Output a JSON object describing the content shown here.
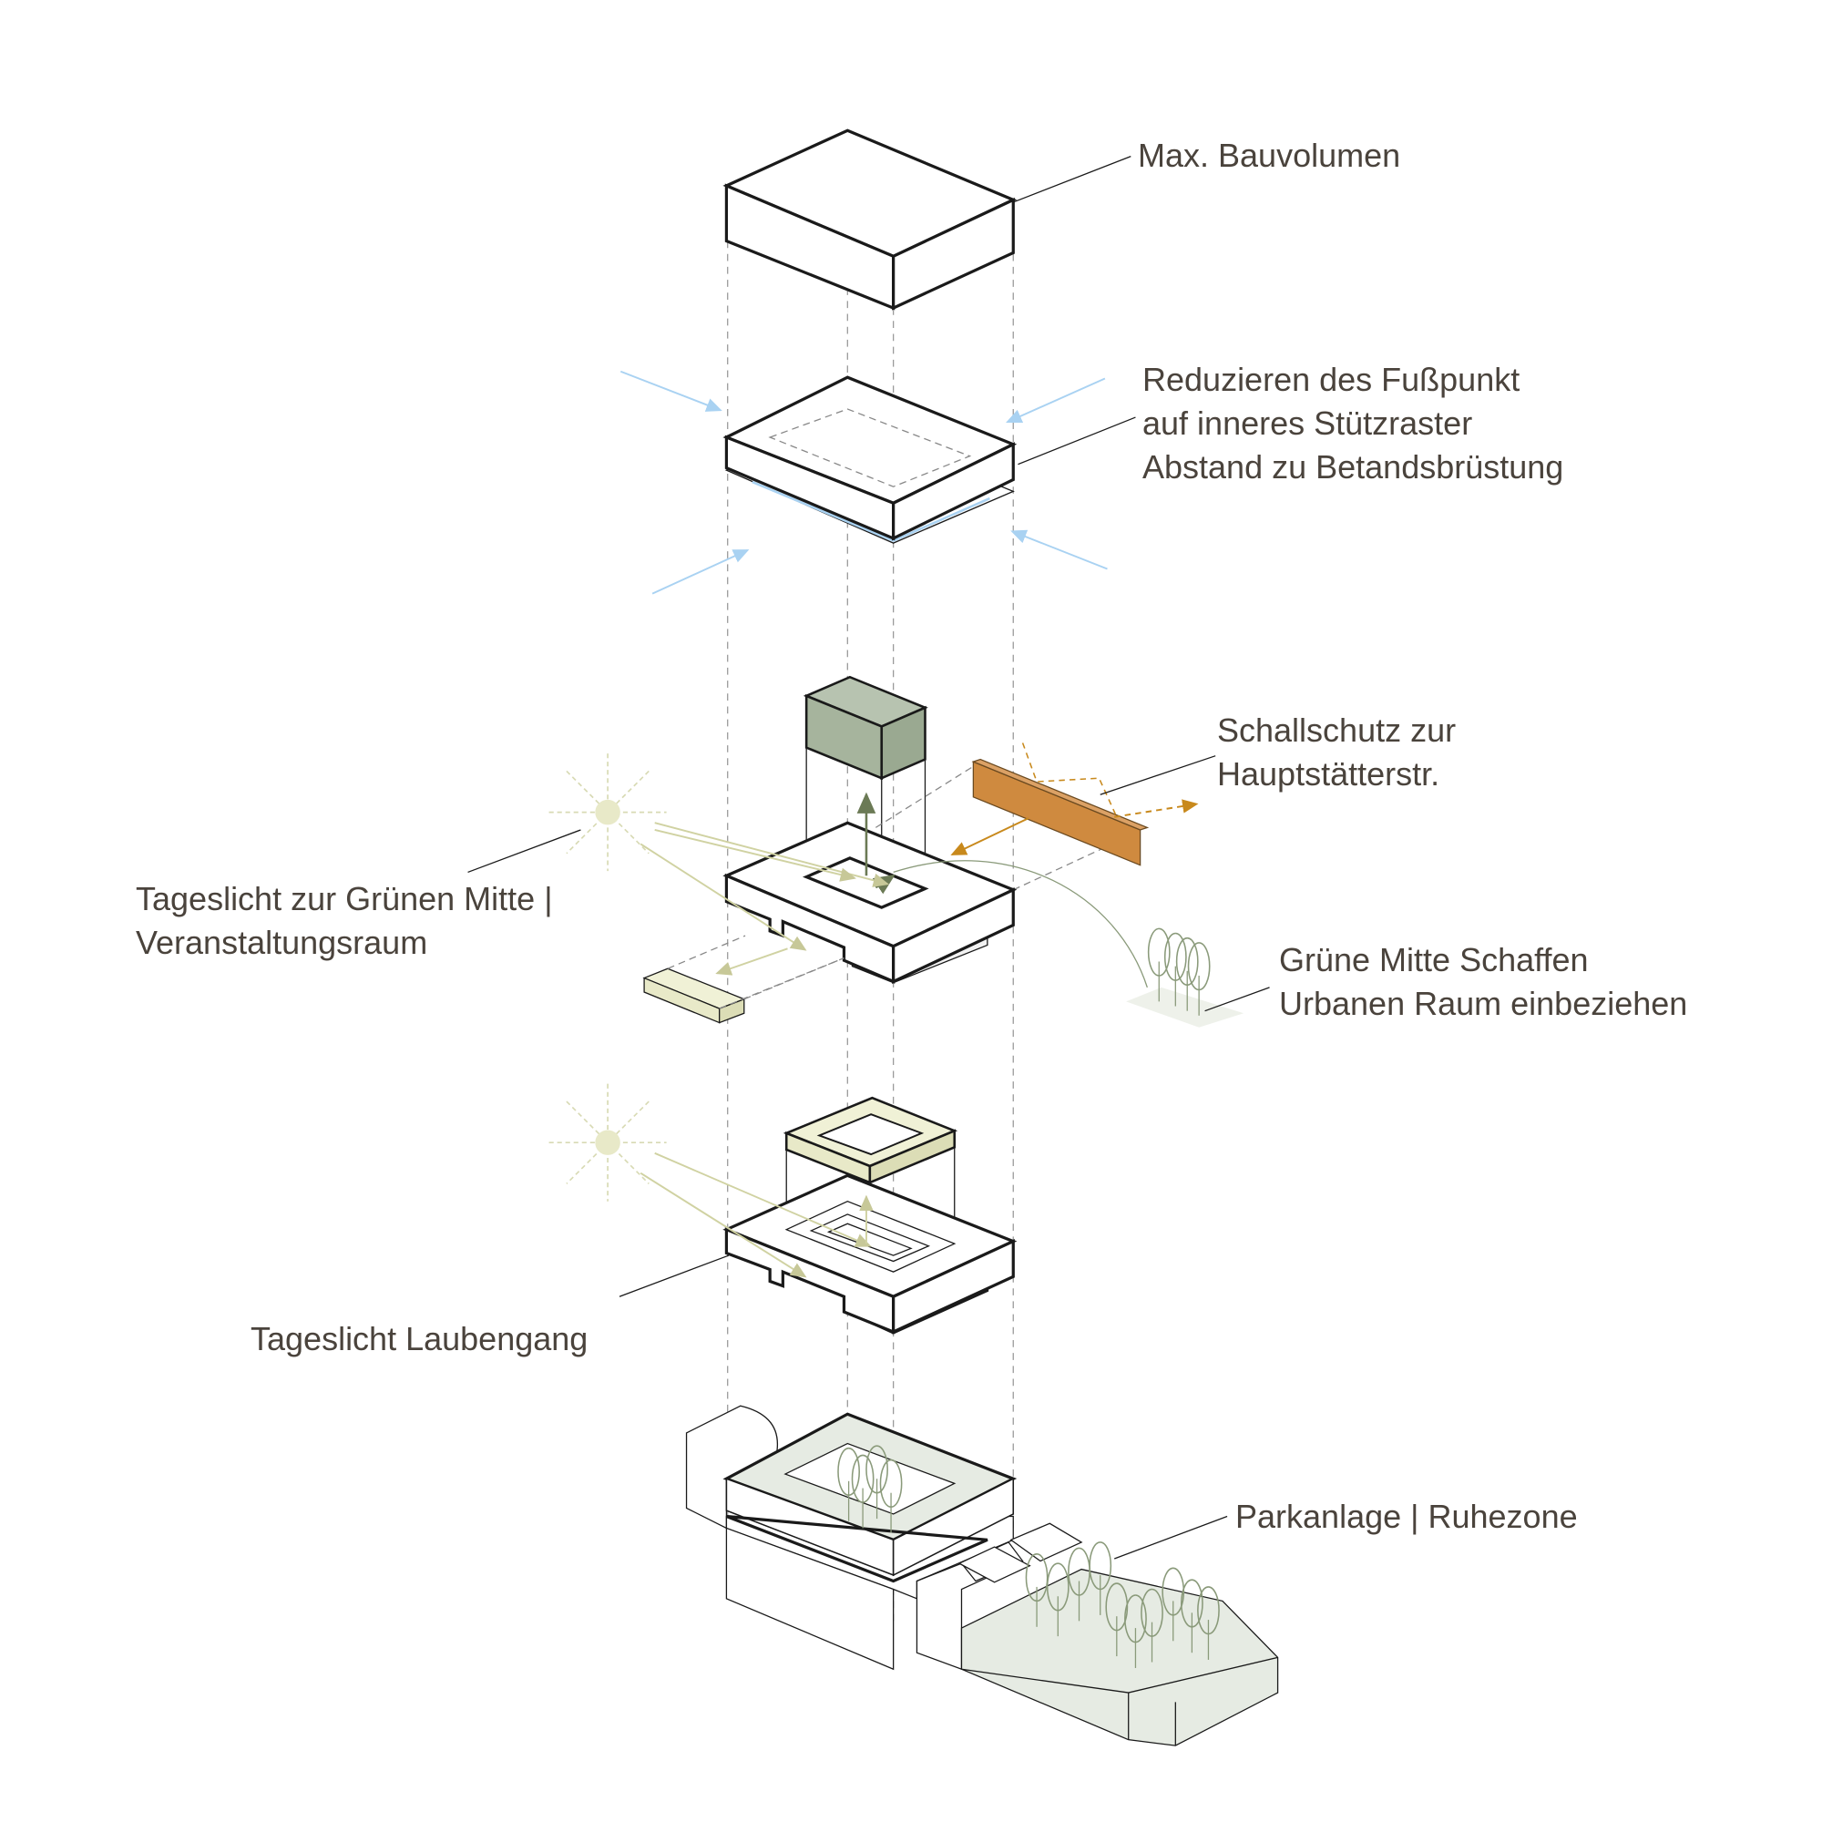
{
  "labels": {
    "max_volume": "Max. Bauvolumen",
    "reduce_line1": "Reduzieren des Fußpunkt",
    "reduce_line2": "auf inneres Stützraster",
    "reduce_line3": "Abstand zu Betandsbrüstung",
    "noise_line1": "Schallschutz zur",
    "noise_line2": "Hauptstätterstr.",
    "daylight_green_line1": "Tageslicht zur Grünen Mitte |",
    "daylight_green_line2": "Veranstaltungsraum",
    "green_center_line1": "Grüne Mitte Schaffen",
    "green_center_line2": "Urbanen Raum einbeziehen",
    "daylight_gallery": "Tageslicht Laubengang",
    "park": "Parkanlage | Ruhezone"
  },
  "colors": {
    "line": "#1a1a1a",
    "text": "#4a433c",
    "guide": "#9a9a9a",
    "blue_arrow": "#a9d2f2",
    "noise_wall": "#cf8a3f",
    "noise_arrow": "#c8891c",
    "green_volume": "#a6b49d",
    "green_arrow": "#6b7a55",
    "light_yellow": "#e8e9c8",
    "sun": "#d8dab4",
    "tree": "#8a9a7a",
    "park_fill": "#e6ebe3"
  },
  "icons": [
    "sun-icon",
    "tree-icon"
  ]
}
